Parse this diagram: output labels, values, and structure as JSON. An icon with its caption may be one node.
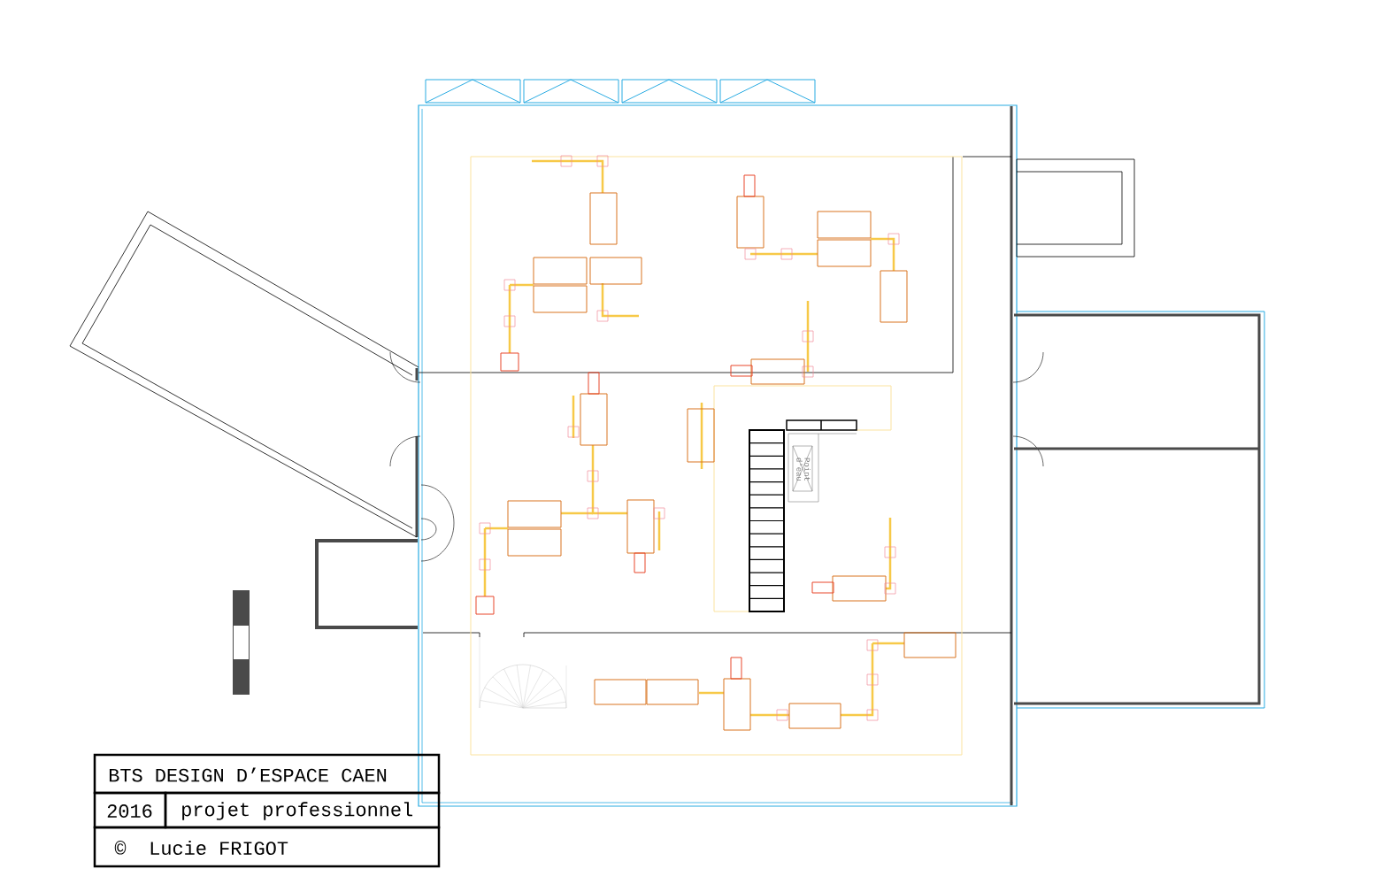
{
  "diagram": {
    "labels": [
      "Point d'eau",
      "BTS DESIGN D’ESPACE CAEN",
      "2016",
      "projet professionnel",
      "©",
      "Lucie FRIGOT"
    ]
  }
}
